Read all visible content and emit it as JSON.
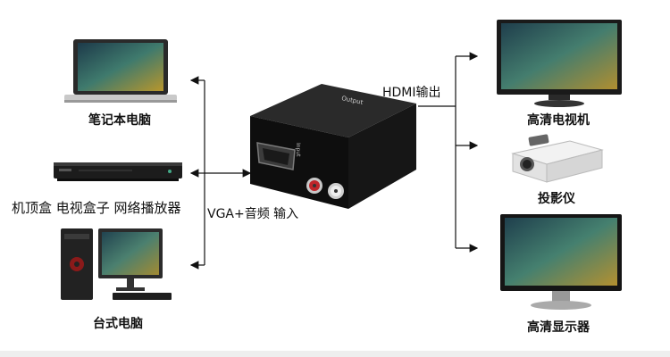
{
  "sources": {
    "laptop": "笔记本电脑",
    "settop": "机顶盒 电视盒子 网络播放器",
    "desktop": "台式电脑"
  },
  "input_label": "VGA+音频 输入",
  "output_label": "HDMI输出",
  "converter": {
    "top_text": "Output",
    "front_text": "Input"
  },
  "outputs": {
    "hdtv": "高清电视机",
    "projector": "投影仪",
    "monitor": "高清显示器"
  }
}
